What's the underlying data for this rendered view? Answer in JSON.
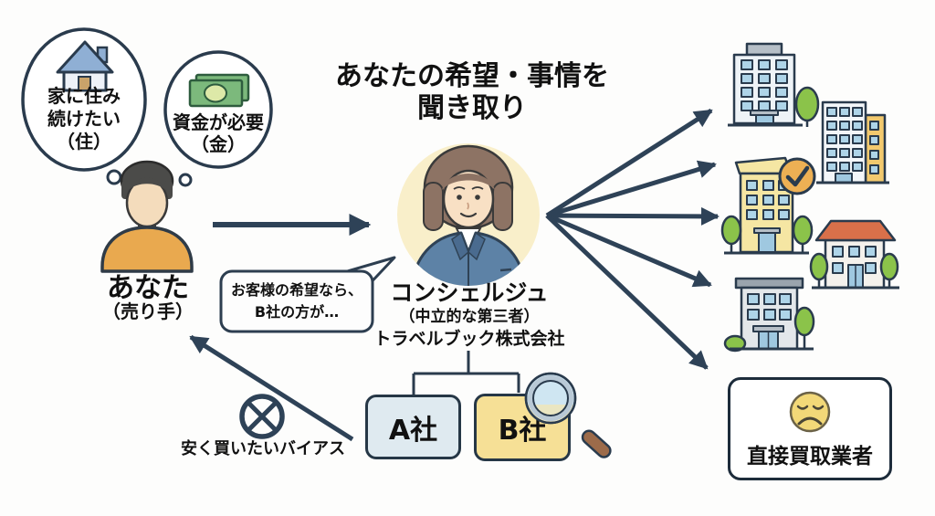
{
  "diagram_title": {
    "line1": "あなたの希望・事情を",
    "line2": "聞き取り"
  },
  "seller": {
    "name": "あなた",
    "role": "（売り手）",
    "thoughts": {
      "house": {
        "icon": "house-icon",
        "lines": [
          "家に住み",
          "続けたい",
          "（住）"
        ]
      },
      "money": {
        "icon": "money-icon",
        "lines": [
          "資金が必要",
          "（金）"
        ]
      }
    }
  },
  "concierge": {
    "name": "コンシェルジュ",
    "subtitle": "（中立的な第三者）",
    "company": "トラベルブック株式会社",
    "speech": {
      "line1": "お客様の希望なら、",
      "line2": "B社の方が…"
    }
  },
  "companies": {
    "a_label": "A社",
    "b_label": "B社"
  },
  "bias": {
    "label": "安く買いたいバイアス",
    "icon": "no-entry-icon"
  },
  "direct_buyer": {
    "label": "直接買取業者",
    "icon": "sad-face-icon"
  },
  "icons": {
    "house-icon": "🏠",
    "money-icon": "💵",
    "magnifier-icon": "🔍",
    "check-circle-icon": "✓",
    "sad-face-icon": "☹",
    "no-entry-icon": "⊗",
    "office-building-icon": "🏢",
    "house-building-icon": "🏠",
    "tree-icon": "🌳"
  },
  "colors": {
    "outline": "#2a3b4d",
    "arrow": "#2e4257",
    "seller_shirt": "#e9a94f",
    "concierge_disc": "#f9efca",
    "concierge_jacket": "#5d82a6",
    "box_a_fill": "#dfeaf0",
    "box_b_fill": "#f6e096",
    "check_circle": "#edb054",
    "sad_face": "#f2d878",
    "money_green": "#7cb97c",
    "roof_blue": "#8fafd4",
    "tree_green": "#8bc34a",
    "house_roof_orange": "#d9704a",
    "annex_yellow": "#f2c96e",
    "building_yellow": "#f5e6a3"
  }
}
